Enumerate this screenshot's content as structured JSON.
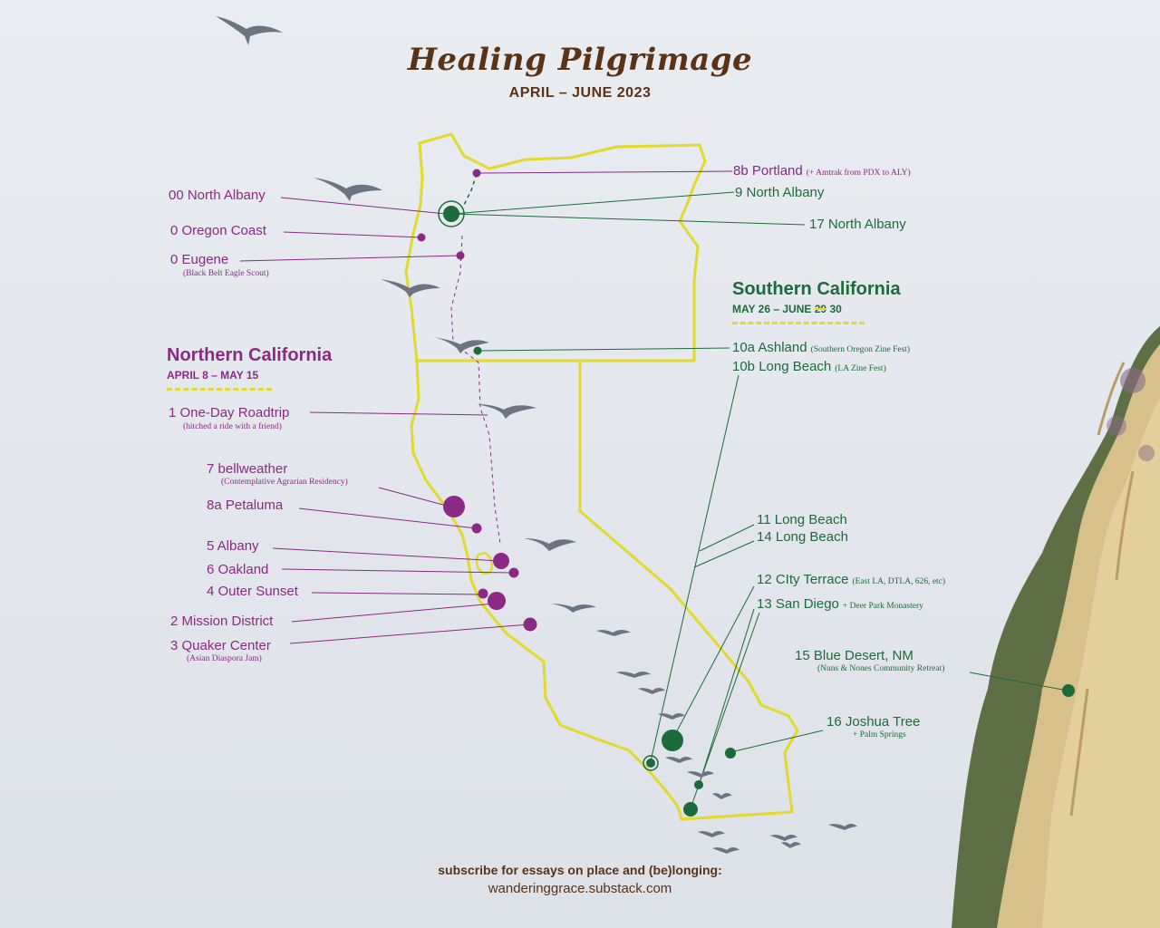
{
  "header": {
    "title": "Healing Pilgrimage",
    "dates": "APRIL – JUNE 2023"
  },
  "regions": {
    "north": {
      "name": "Northern California",
      "dates": "APRIL 8 – MAY 15"
    },
    "south": {
      "name": "Southern California",
      "dates_prefix": "MAY 26 – JUNE",
      "dates_struck": "29",
      "dates_suffix": "30"
    }
  },
  "stops": {
    "s00": "00 North Albany",
    "s0a": "0  Oregon Coast",
    "s0b": "0  Eugene",
    "s0b_note": "(Black Belt Eagle Scout)",
    "s1": "1  One-Day Roadtrip",
    "s1_note": "(hitched a ride with a friend)",
    "s7": "7  bellweather",
    "s7_note": "(Contemplative Agrarian Residency)",
    "s8a": "8a  Petaluma",
    "s5": "5  Albany",
    "s6": "6  Oakland",
    "s4": "4  Outer Sunset",
    "s2": "2  Mission District",
    "s3": "3  Quaker Center",
    "s3_note": "(Asian Diaspora Jam)",
    "s8b": "8b  Portland",
    "s8b_note": "(+ Amtrak from PDX to ALY)",
    "s9": "9  North Albany",
    "s17": "17 North Albany",
    "s10a": "10a Ashland",
    "s10a_note": "(Southern Oregon Zine Fest)",
    "s10b": "10b Long Beach",
    "s10b_note": "(LA Zine Fest)",
    "s11": "11 Long Beach",
    "s14": "14 Long Beach",
    "s12": "12 CIty Terrace",
    "s12_note": "(East LA, DTLA, 626, etc)",
    "s13": "13 San Diego",
    "s13_note": "+ Deer Park Monastery",
    "s15": "15  Blue Desert, NM",
    "s15_note": "(Nuns & Nones Community Retreat)",
    "s16": "16  Joshua Tree",
    "s16_note": "+ Palm Springs"
  },
  "footer": {
    "line1": "subscribe for essays on place and (be)longing:",
    "line2": "wanderinggrace.substack.com"
  },
  "colors": {
    "north_accent": "#8a2a82",
    "south_accent": "#1d6b3b",
    "outline": "#e2d92a",
    "title_brown": "#5a3216"
  },
  "icons": [
    "bird-icon",
    "cliff-illustration"
  ]
}
